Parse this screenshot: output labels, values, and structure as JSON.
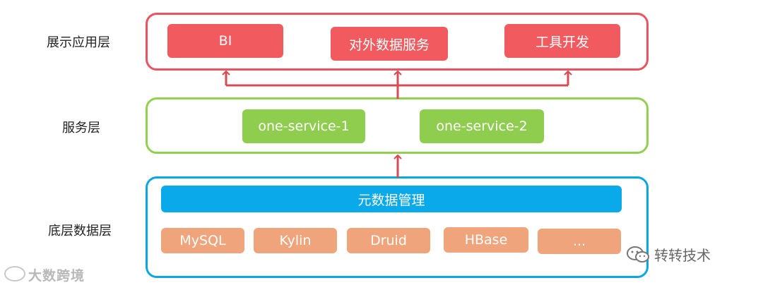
{
  "layers": {
    "presentation": {
      "label": "展示应用层",
      "items": [
        "BI",
        "对外数据服务",
        "工具开发"
      ]
    },
    "service": {
      "label": "服务层",
      "items": [
        "one-service-1",
        "one-service-2"
      ]
    },
    "base": {
      "label": "底层数据层",
      "metadata": "元数据管理",
      "items": [
        "MySQL",
        "Kylin",
        "Druid",
        "HBase",
        "..."
      ]
    }
  },
  "watermarks": {
    "left": "大数跨境",
    "right": "转转技术"
  },
  "colors": {
    "presentation": "#f15a5e",
    "service": "#8fcd4f",
    "metadata": "#0aa9ea",
    "storage": "#f0a47c",
    "arrow": "#d94a52"
  }
}
